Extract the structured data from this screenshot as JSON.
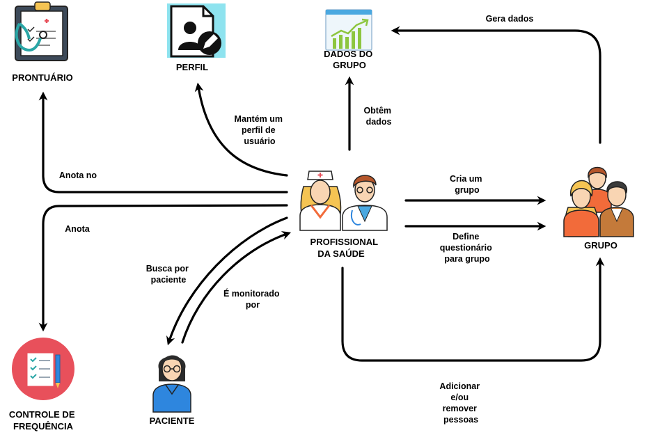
{
  "nodes": {
    "prontuario": {
      "label": "PRONTUÁRIO",
      "icon": "clipboard-stethoscope-icon"
    },
    "perfil": {
      "label": "PERFIL",
      "icon": "user-profile-edit-icon"
    },
    "dados": {
      "label_line1": "DADOS DO",
      "label_line2": "GRUPO",
      "icon": "growth-chart-icon"
    },
    "profissional": {
      "label_line1": "PROFISSIONAL",
      "label_line2": "DA SAÚDE",
      "icon": "nurse-doctor-icon"
    },
    "grupo": {
      "label": "GRUPO",
      "icon": "people-group-icon"
    },
    "controle": {
      "label_line1": "CONTROLE DE",
      "label_line2": "FREQUÊNCIA",
      "icon": "checklist-icon"
    },
    "paciente": {
      "label": "PACIENTE",
      "icon": "patient-icon"
    }
  },
  "edges": {
    "gera_dados": {
      "line1": "Gera dados"
    },
    "obtem_dados": {
      "line1": "Obtêm",
      "line2": "dados"
    },
    "mantem_perfil": {
      "line1": "Mantém um",
      "line2": "perfil de",
      "line3": "usuário"
    },
    "anota_no": {
      "line1": "Anota no"
    },
    "anota": {
      "line1": "Anota"
    },
    "cria_grupo": {
      "line1": "Cria um",
      "line2": "grupo"
    },
    "define_questionario": {
      "line1": "Define",
      "line2": "questionário",
      "line3": "para grupo"
    },
    "busca_paciente": {
      "line1": "Busca por",
      "line2": "paciente"
    },
    "monitorado": {
      "line1": "É monitorado",
      "line2": "por"
    },
    "adicionar": {
      "line1": "Adicionar",
      "line2": "e/ou",
      "line3": "remover",
      "line4": "pessoas"
    }
  },
  "colors": {
    "stroke": "#000000",
    "profile_bg": "#8ee3ef",
    "chart_green": "#8dc63f",
    "controle_red": "#e8505b",
    "skin": "#f9d5b3",
    "hair_blonde": "#f5c453",
    "hair_dark": "#3b3b3b",
    "blue_shirt": "#2e86de",
    "orange": "#f26b3a"
  }
}
